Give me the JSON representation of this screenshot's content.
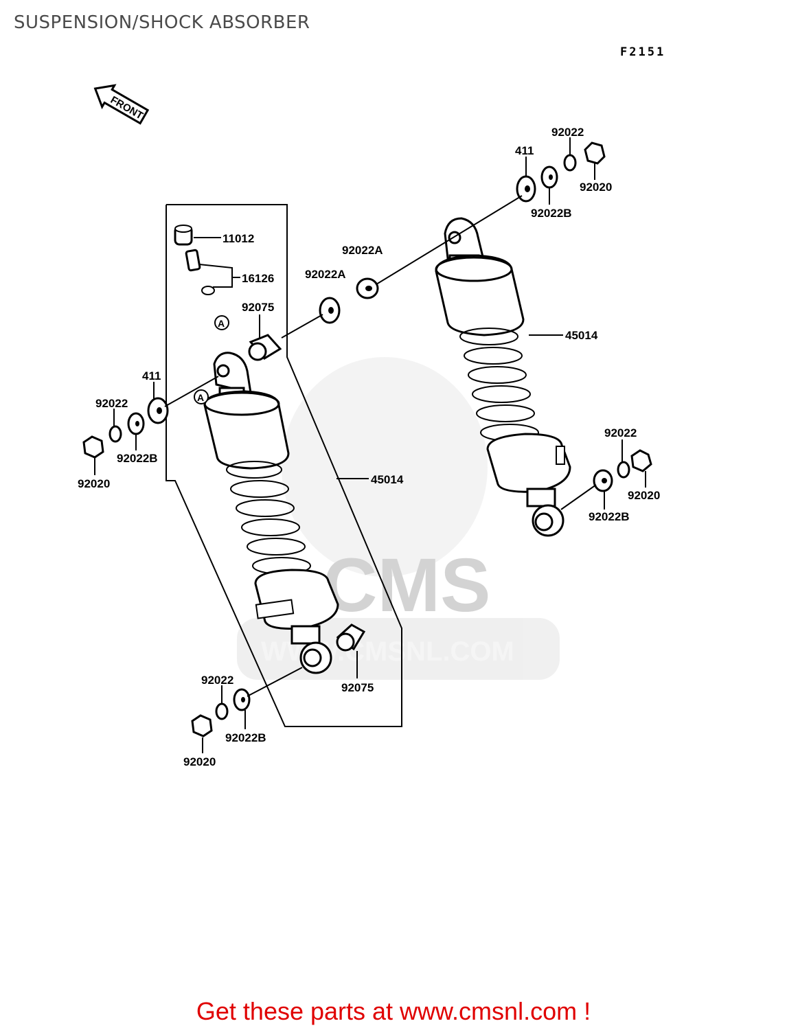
{
  "header": {
    "title": "SUSPENSION/SHOCK ABSORBER",
    "figure_code": "F2151"
  },
  "diagram": {
    "direction_arrow": "FRONT",
    "callout_marker": "A",
    "watermark": {
      "brand": "CMS",
      "url": "WWW.CMSNL.COM"
    },
    "labels": {
      "cap": "11012",
      "valve": "16126",
      "collar_upper": "92075",
      "collar_lower": "92075",
      "washer_411_left": "411",
      "washer_411_right": "411",
      "nut_left_top": "92020",
      "nut_left_bottom": "92020",
      "nut_right_top": "92020",
      "nut_right_bottom": "92020",
      "lockwasher_left_top": "92022",
      "lockwasher_left_bottom": "92022",
      "lockwasher_right_top": "92022",
      "lockwasher_right_bottom": "92022",
      "washer_b_left_top": "92022B",
      "washer_b_left_bottom": "92022B",
      "washer_b_right_top": "92022B",
      "washer_b_right_bottom": "92022B",
      "washer_a_upper": "92022A",
      "washer_a_lower": "92022A",
      "shock_left": "45014",
      "shock_right": "45014"
    }
  },
  "footer": {
    "cta": "Get these parts at www.cmsnl.com !"
  }
}
